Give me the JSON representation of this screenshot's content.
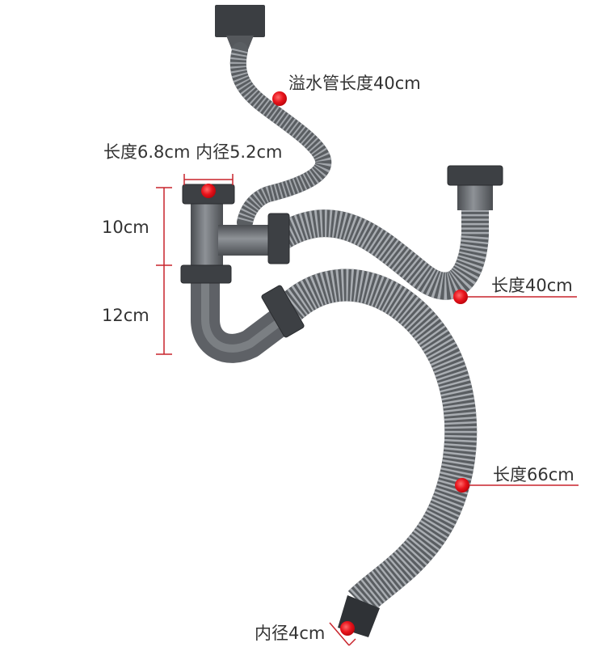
{
  "annotations": {
    "overflow_pipe_length": "溢水管长度40cm",
    "top_port_size": "长度6.8cm 内径5.2cm",
    "height_upper": "10cm",
    "height_lower": "12cm",
    "right_hose_length": "长度40cm",
    "drain_hose_length": "长度66cm",
    "outlet_inner_diameter": "内径4cm"
  },
  "colors": {
    "pipe": "#6f7378",
    "pipe_dark": "#45484c",
    "pipe_light": "#9a9ea3",
    "marker": "#e8141c",
    "leader": "#c8242c",
    "text": "#333333"
  }
}
